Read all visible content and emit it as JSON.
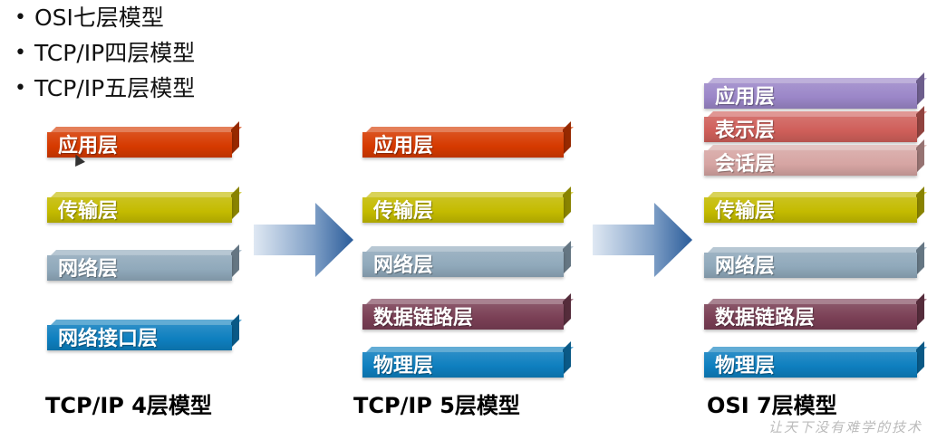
{
  "bullets": [
    "OSI七层模型",
    "TCP/IP四层模型",
    "TCP/IP五层模型"
  ],
  "bullet_char": "•",
  "models": [
    {
      "caption": "TCP/IP 4层模型",
      "layers": [
        {
          "label": "应用层",
          "color": "#d63a00"
        },
        {
          "label": "传输层",
          "color": "#c4bb00"
        },
        {
          "label": "网络层",
          "color": "#90a9bb"
        },
        {
          "label": "网络接口层",
          "color": "#0e7fbf"
        }
      ]
    },
    {
      "caption": "TCP/IP 5层模型",
      "layers": [
        {
          "label": "应用层",
          "color": "#d63a00"
        },
        {
          "label": "传输层",
          "color": "#c4bb00"
        },
        {
          "label": "网络层",
          "color": "#90a9bb"
        },
        {
          "label": "数据链路层",
          "color": "#7a3f55"
        },
        {
          "label": "物理层",
          "color": "#0e7fbf"
        }
      ]
    },
    {
      "caption": "OSI 7层模型",
      "layers": [
        {
          "label": "应用层",
          "color": "#9b86c8"
        },
        {
          "label": "表示层",
          "color": "#cf5f5a"
        },
        {
          "label": "会话层",
          "color": "#d6a5a3"
        },
        {
          "label": "传输层",
          "color": "#c4bb00"
        },
        {
          "label": "网络层",
          "color": "#90a9bb"
        },
        {
          "label": "数据链路层",
          "color": "#7a3f55"
        },
        {
          "label": "物理层",
          "color": "#0e7fbf"
        }
      ]
    }
  ],
  "watermark": "让天下没有难学的技术"
}
